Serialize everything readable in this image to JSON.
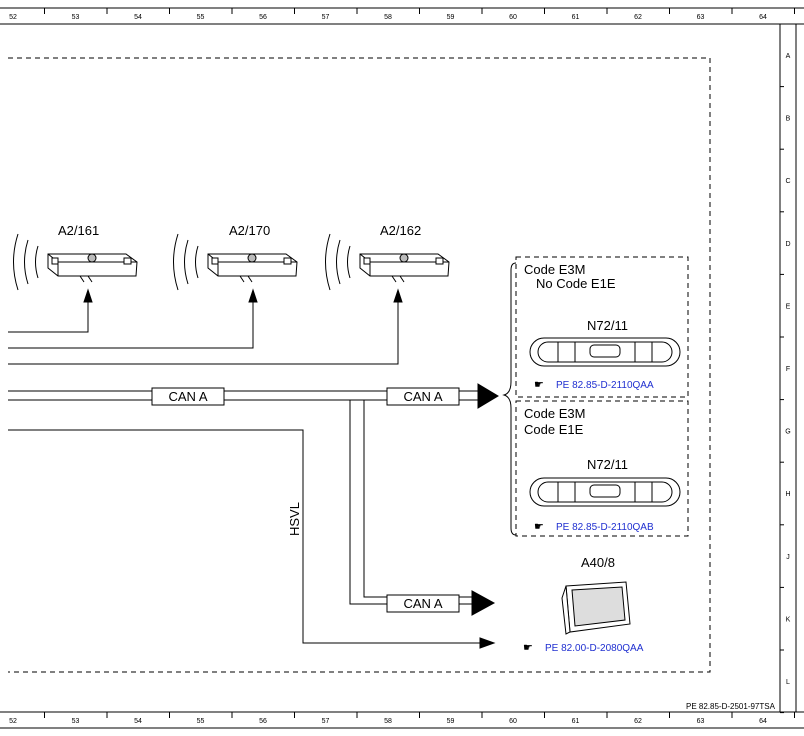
{
  "ruler": {
    "columns": [
      "52",
      "53",
      "54",
      "55",
      "56",
      "57",
      "58",
      "59",
      "60",
      "61",
      "62",
      "63",
      "64"
    ],
    "rows": [
      "A",
      "B",
      "C",
      "D",
      "E",
      "F",
      "G",
      "H",
      "J",
      "K",
      "L"
    ]
  },
  "footer_code": "PE 82.85-D-2501-97TSA",
  "components": {
    "a2_161": "A2/161",
    "a2_170": "A2/170",
    "a2_162": "A2/162",
    "n72_11_top": "N72/11",
    "n72_11_bottom": "N72/11",
    "a40_8": "A40/8"
  },
  "variant_boxes": {
    "top": {
      "line1": "Code E3M",
      "line2": "No Code E1E",
      "reference": "PE 82.85-D-2110QAA"
    },
    "bottom": {
      "line1": "Code E3M",
      "line2": "Code E1E",
      "reference": "PE 82.85-D-2110QAB"
    }
  },
  "a40_reference": "PE 82.00-D-2080QAA",
  "bus_labels": {
    "can_a_1": "CAN A",
    "can_a_2": "CAN A",
    "can_a_3": "CAN A",
    "hsvl": "HSVL"
  },
  "icons": {
    "reference": "pointing-hand-icon",
    "transmitter": "radio-waves-icon"
  }
}
